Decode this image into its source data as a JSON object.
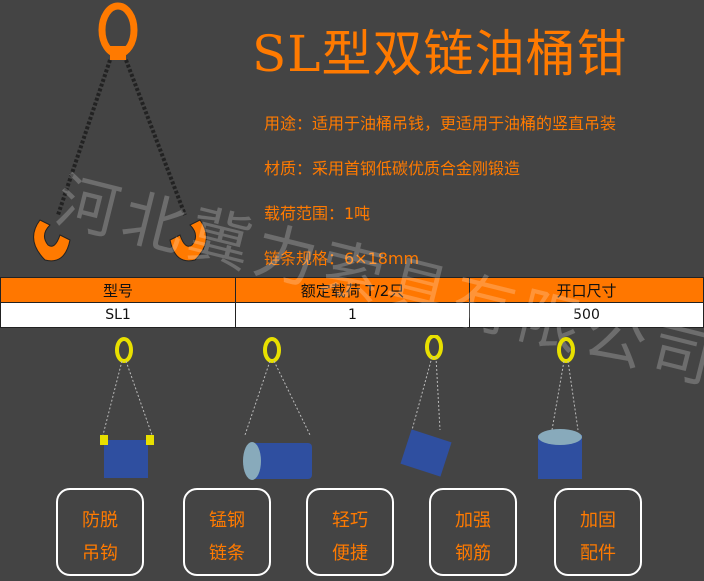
{
  "title": "SL型双链油桶钳",
  "info": {
    "usage": "用途：适用于油桶吊钱，更适用于油桶的竖直吊装",
    "material": "材质：采用首钢低碳优质合金刚锻造",
    "load": "载荷范围：1吨",
    "chain": "链条规格：6×18mm"
  },
  "table": {
    "headers": [
      "型号",
      "额定载荷 T/2只",
      "开口尺寸"
    ],
    "rows": [
      [
        "SL1",
        "1",
        "500"
      ]
    ]
  },
  "watermark": "河北冀力索具有限公司",
  "features": [
    [
      "防脱",
      "吊钩"
    ],
    [
      "锰钢",
      "链条"
    ],
    [
      "轻巧",
      "便捷"
    ],
    [
      "加强",
      "钢筋"
    ],
    [
      "加固",
      "配件"
    ]
  ],
  "colors": {
    "accent": "#ff7a00",
    "background": "#444444",
    "hook": "#e8e000",
    "drum": "#2f4fa0"
  }
}
